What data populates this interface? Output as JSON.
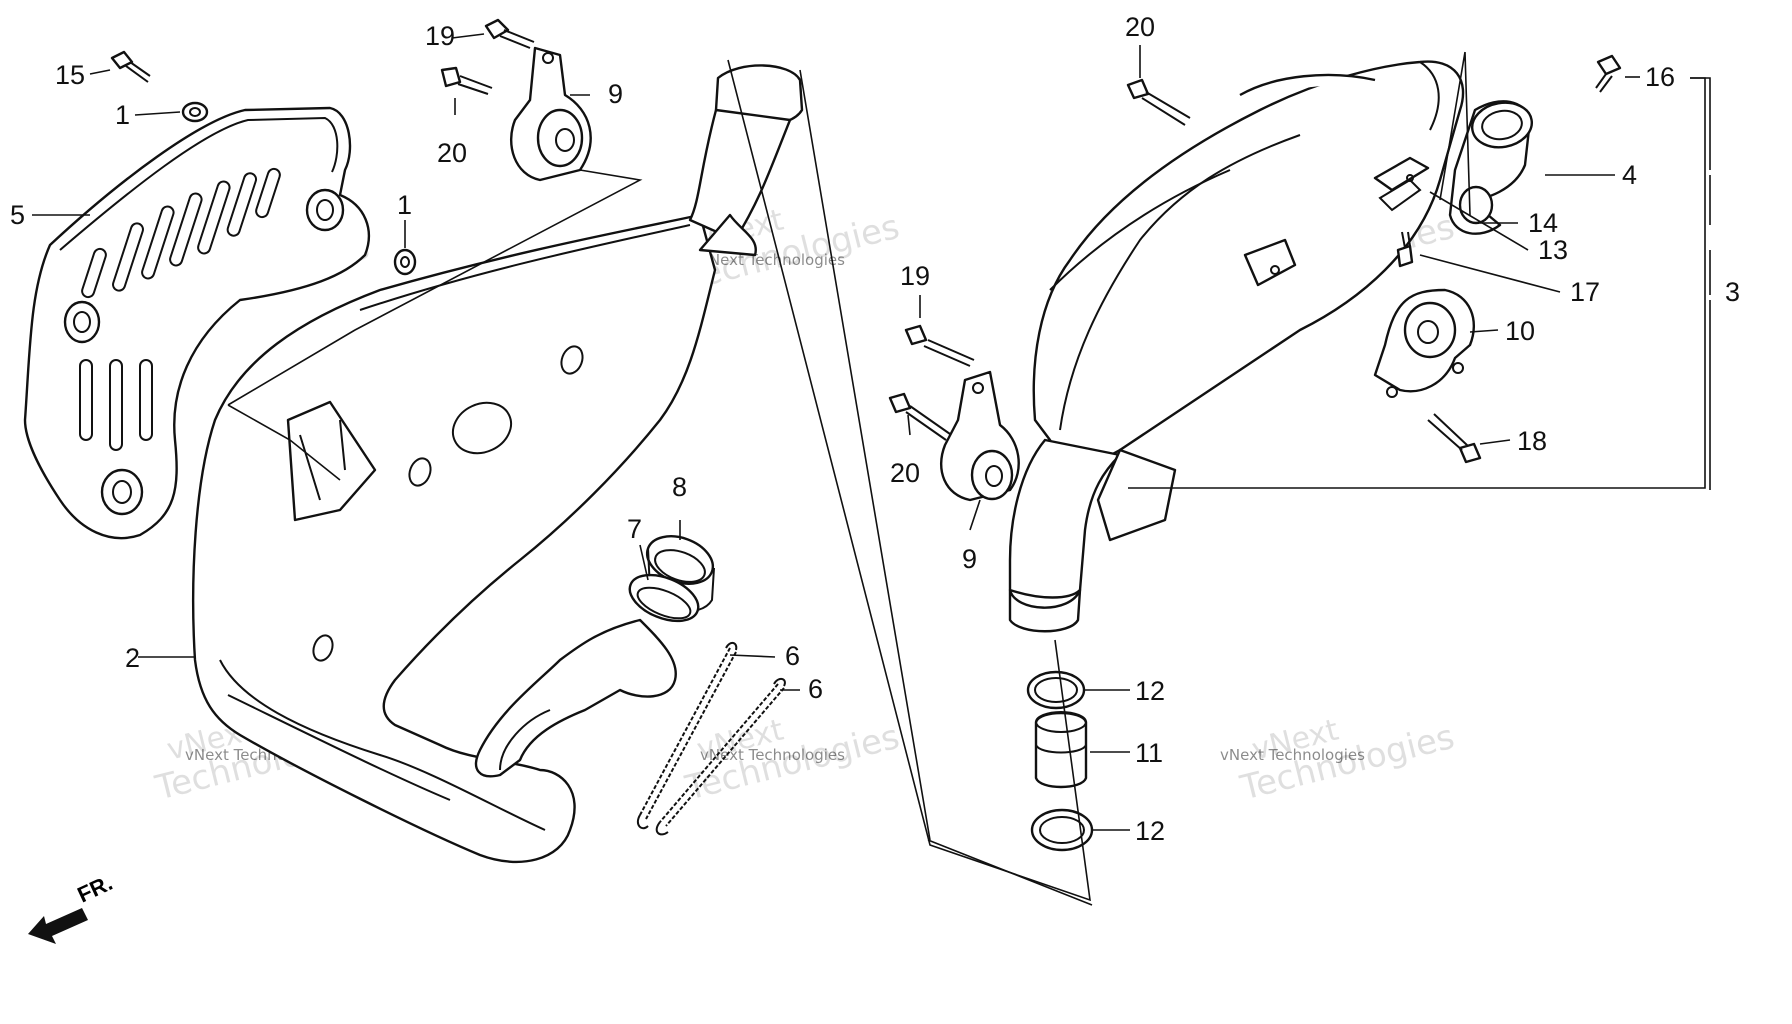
{
  "diagram": {
    "callouts": {
      "c1a": "1",
      "c1b": "1",
      "c2": "2",
      "c3": "3",
      "c4": "4",
      "c5": "5",
      "c6a": "6",
      "c6b": "6",
      "c7": "7",
      "c8": "8",
      "c9a": "9",
      "c9b": "9",
      "c10": "10",
      "c11": "11",
      "c12a": "12",
      "c12b": "12",
      "c13": "13",
      "c14": "14",
      "c15": "15",
      "c16": "16",
      "c17": "17",
      "c18": "18",
      "c19a": "19",
      "c19b": "19",
      "c20a": "20",
      "c20b": "20",
      "c20c": "20"
    },
    "direction_label": "FR.",
    "watermark_line1": "vNext",
    "watermark_line2": "Technologies",
    "watermark_small": "vNext Technologies"
  }
}
